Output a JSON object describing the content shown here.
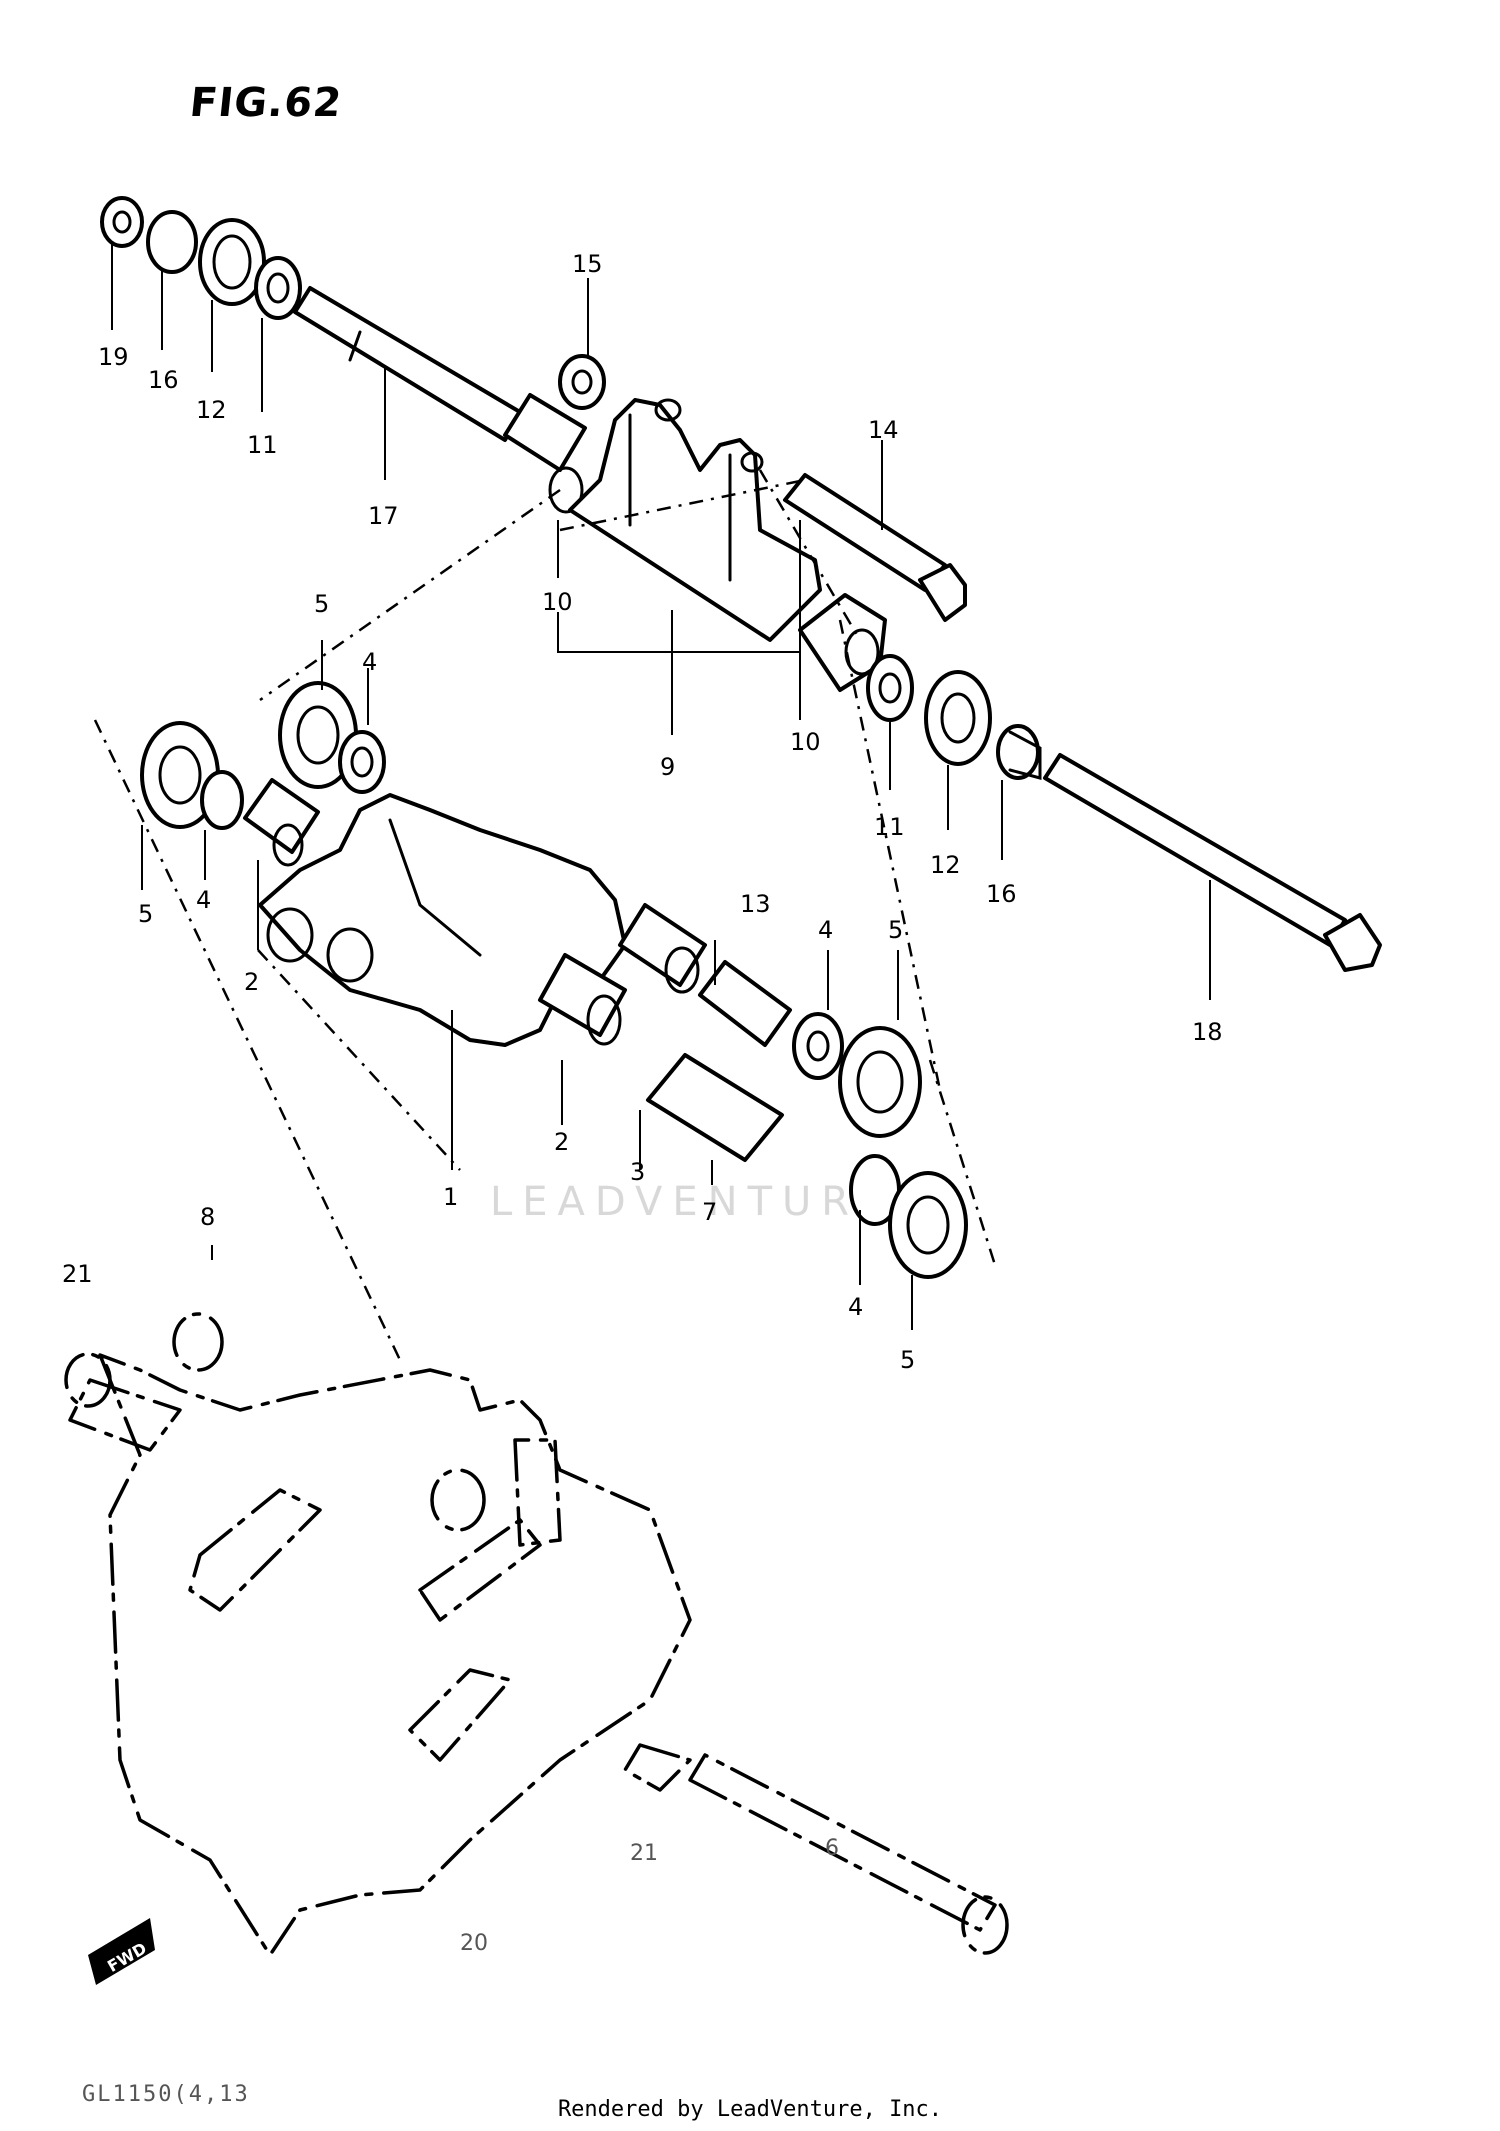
{
  "figure": {
    "title": "FIG.62",
    "reference_code": "GL1150(4,13",
    "footer": "Rendered by LeadVenture, Inc.",
    "watermark": "LEADVENTURE",
    "fwd_tag": "FWD"
  },
  "callouts": {
    "c19": "19",
    "c16a": "16",
    "c12a": "12",
    "c11a": "11",
    "c17": "17",
    "c15": "15",
    "c14": "14",
    "c10a": "10",
    "c10b": "10",
    "c9": "9",
    "c11b": "11",
    "c12b": "12",
    "c16b": "16",
    "c18": "18",
    "c5a": "5",
    "c4a": "4",
    "c5b": "5",
    "c4b": "4",
    "c2a": "2",
    "c2b": "2",
    "c1": "1",
    "c3": "3",
    "c13": "13",
    "c7": "7",
    "c4c": "4",
    "c5c": "5",
    "c4d": "4",
    "c5d": "5",
    "c8": "8",
    "c21a": "21",
    "c21b": "21",
    "c6": "6",
    "c20": "20"
  }
}
